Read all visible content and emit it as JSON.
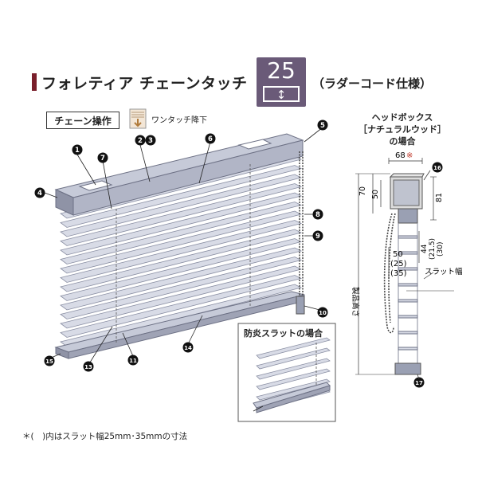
{
  "title": "フォレティア チェーンタッチ",
  "badge": {
    "number": "25",
    "arrow": "↕"
  },
  "subtitle": "（ラダーコード仕様）",
  "operation": {
    "label": "チェーン操作",
    "mode": "ワンタッチ降下"
  },
  "headbox": {
    "line1": "ヘッドボックス",
    "line2": "［ナチュラルウッド］",
    "line3": "の場合",
    "dims": {
      "width": "68",
      "width_mark": "※",
      "h70": "70",
      "h50": "50",
      "h81": "81",
      "d44": "44",
      "d215": "(21.5)",
      "d30": "(30)",
      "s50": "50",
      "s25": "(25)",
      "s35": "(35)",
      "product_height": "製品高さ",
      "slat_width": "スラット幅"
    }
  },
  "fireproof_title": "防炎スラットの場合",
  "callouts": [
    "1",
    "2",
    "3",
    "4",
    "5",
    "6",
    "7",
    "8",
    "9",
    "10",
    "11",
    "13",
    "14",
    "15",
    "16",
    "17"
  ],
  "note": "＊(　)内はスラット幅25mm･35mmの寸法",
  "colors": {
    "accent": "#7a1f2b",
    "badge": "#6a5a78",
    "slat": "#d8dbe6",
    "slat_edge": "#8a8fa3",
    "headrail": "#b9bdcc"
  }
}
